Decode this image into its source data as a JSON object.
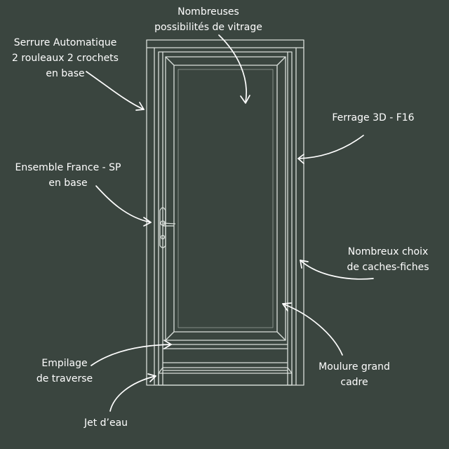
{
  "colors": {
    "background": "#3a453f",
    "line": "#d9dfda",
    "text": "#ffffff"
  },
  "annotations": {
    "glazing": {
      "lines": [
        "Nombreuses",
        "possibilités de vitrage"
      ]
    },
    "lock": {
      "lines": [
        "Serrure Automatique",
        "2 rouleaux 2 crochets",
        "en base"
      ]
    },
    "hinge": {
      "lines": [
        "Ferrage 3D - F16"
      ]
    },
    "handle": {
      "lines": [
        "Ensemble France - SP",
        "en base"
      ]
    },
    "hinge_covers": {
      "lines": [
        "Nombreux choix",
        "de caches-fiches"
      ]
    },
    "molding": {
      "lines": [
        "Moulure grand",
        "cadre"
      ]
    },
    "transom": {
      "lines": [
        "Empilage",
        "de traverse"
      ]
    },
    "drip": {
      "lines": [
        "Jet d’eau"
      ]
    }
  }
}
